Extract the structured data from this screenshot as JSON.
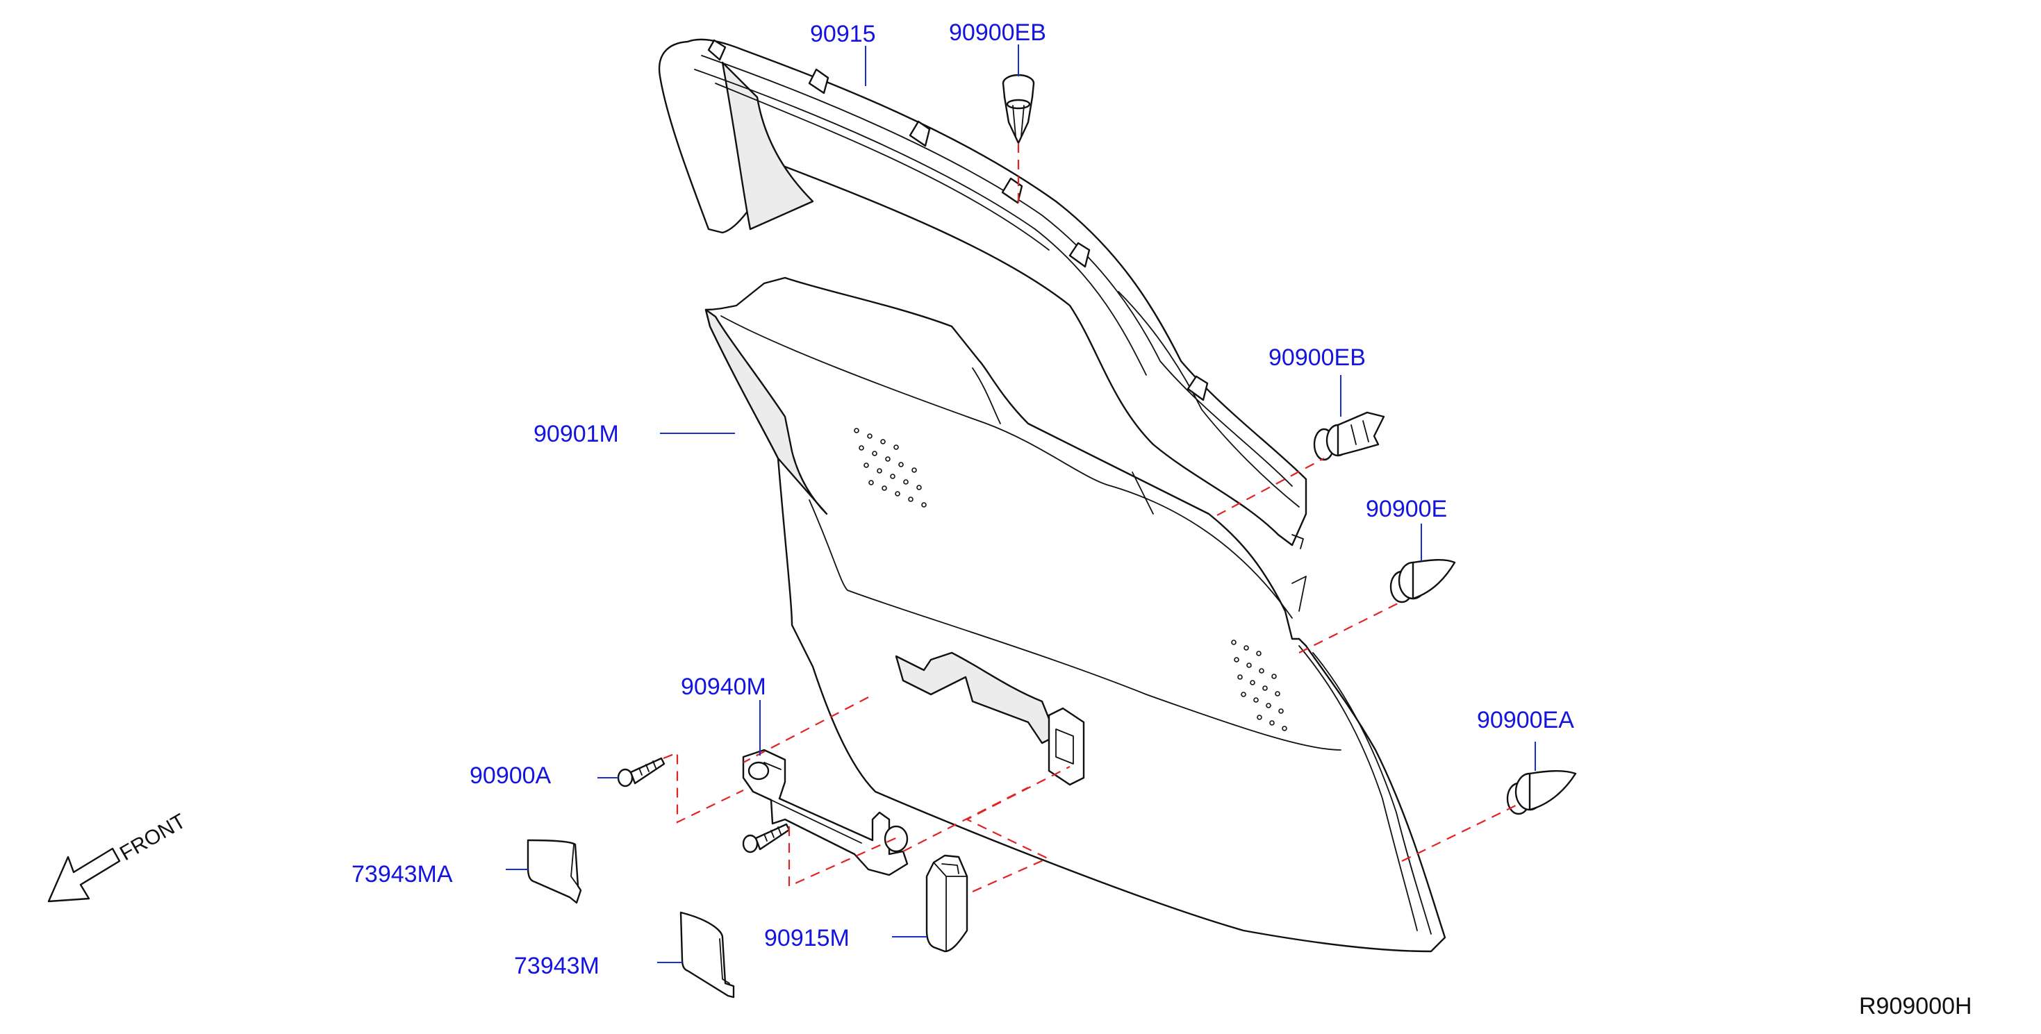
{
  "diagram": {
    "reference_code": "R909000H",
    "front_label": "FRONT",
    "labels": {
      "p90915": "90915",
      "p90900EB_top": "90900EB",
      "p90900EB_mid": "90900EB",
      "p90901M": "90901M",
      "p90900E": "90900E",
      "p90940M": "90940M",
      "p90900EA": "90900EA",
      "p90900A": "90900A",
      "p73943MA": "73943MA",
      "p73943M": "73943M",
      "p90915M": "90915M"
    }
  },
  "colors": {
    "label": "#1414e0",
    "leader": "#1a2fd0",
    "dashed_guide": "#e32222",
    "outline": "#111111"
  }
}
